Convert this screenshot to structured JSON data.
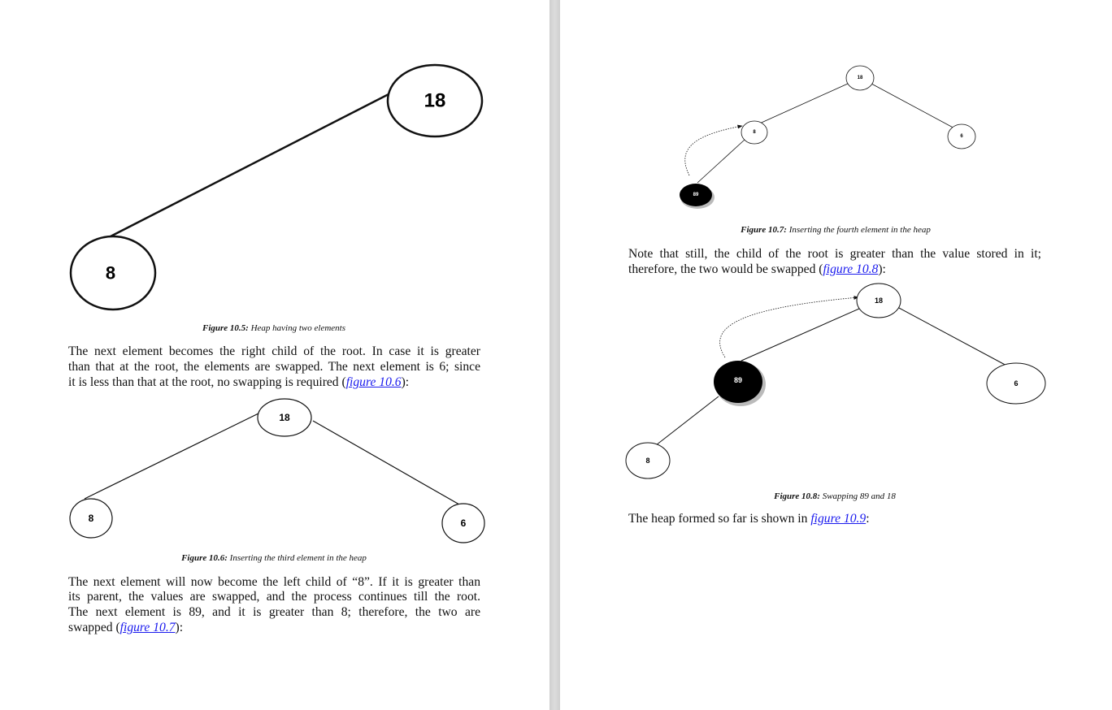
{
  "left_page": {
    "fig_10_5": {
      "caption_label": "Figure 10.5:",
      "caption_text": " Heap having two elements",
      "nodes": [
        "18",
        "8"
      ]
    },
    "para1": [
      "The next element becomes the right child of the root. In case it is greater",
      "than that at the root, the elements are swapped. The next element is 6; since"
    ],
    "para1_last": {
      "prefix": "it is less than that at the root, no swapping is required (",
      "link": "figure 10.6",
      "suffix": "):"
    },
    "fig_10_6": {
      "caption_label": "Figure 10.6:",
      "caption_text": " Inserting the third element in the heap",
      "nodes": [
        "18",
        "8",
        "6"
      ]
    },
    "para2": [
      "The next element will now become the left child of “8”. If it is greater than",
      "its parent, the values are swapped, and the process continues till the root.",
      "The next element is 89, and it is greater than 8; therefore, the two are"
    ],
    "para2_last": {
      "prefix": "swapped (",
      "link": "figure 10.7",
      "suffix": "):"
    }
  },
  "right_page": {
    "fig_10_7": {
      "caption_label": "Figure 10.7:",
      "caption_text": " Inserting the fourth element in the heap",
      "nodes": [
        "18",
        "8",
        "6",
        "89"
      ]
    },
    "para1": [
      "Note that still, the child of the root is greater than the value stored in it;"
    ],
    "para1_last": {
      "prefix": "therefore, the two would be swapped (",
      "link": "figure 10.8",
      "suffix": "):"
    },
    "fig_10_8": {
      "caption_label": "Figure 10.8:",
      "caption_text": " Swapping 89 and 18",
      "nodes": [
        "18",
        "89",
        "6",
        "8"
      ]
    },
    "para2_last": {
      "prefix": "The heap formed so far is shown in ",
      "link": "figure 10.9",
      "suffix": ":"
    }
  }
}
